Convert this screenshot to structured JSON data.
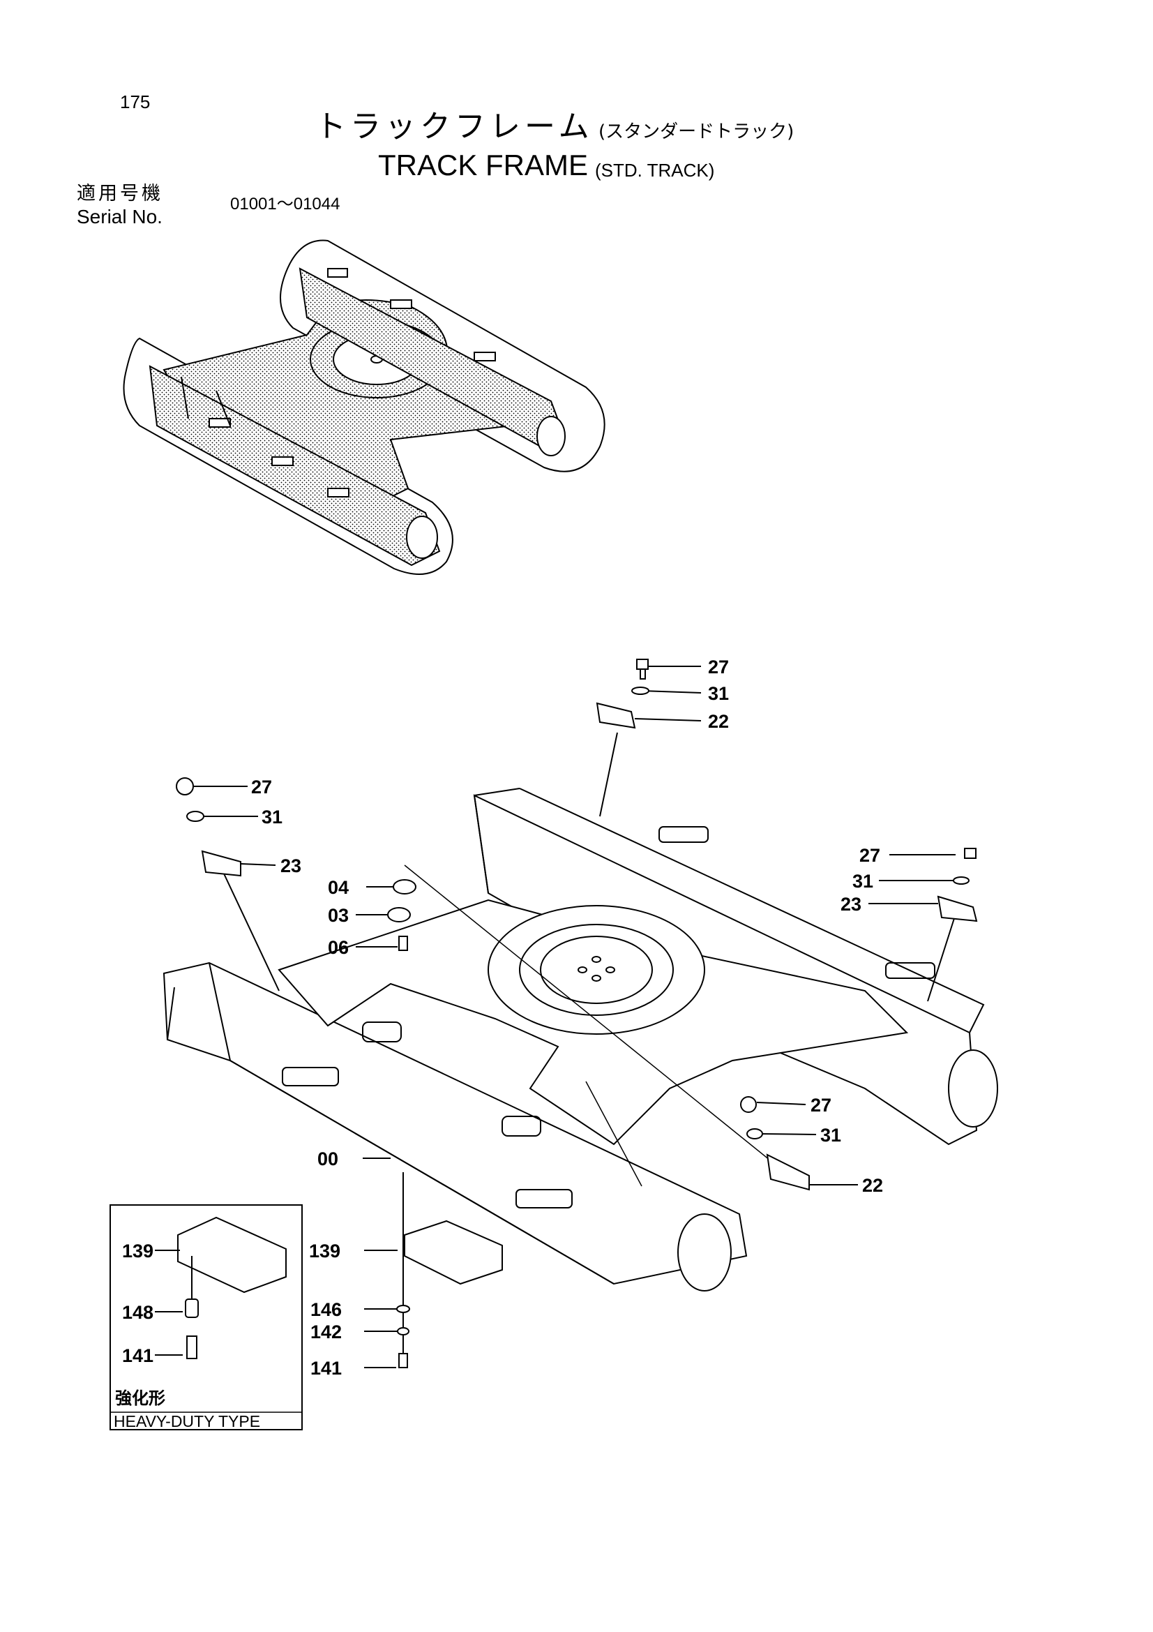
{
  "header": {
    "page_number": "175",
    "title_ja": "トラックフレーム",
    "title_ja_sub": "(スタンダードトラック)",
    "title_en": "TRACK FRAME",
    "title_en_sub": "(STD. TRACK)"
  },
  "serial": {
    "label_ja": "適用号機",
    "label_en": "Serial No.",
    "range": "01001～01044"
  },
  "callouts": {
    "top_bolt": "27",
    "top_washer": "31",
    "top_guard": "22",
    "left_bolt": "27",
    "left_washer": "31",
    "left_guard": "23",
    "right_bolt": "27",
    "right_washer": "31",
    "right_guard": "23",
    "plate_04": "04",
    "plate_03": "03",
    "bolt_06": "06",
    "lower_bolt": "27",
    "lower_washer": "31",
    "lower_guard": "22",
    "frame_00": "00",
    "guard_139": "139",
    "washer_146": "146",
    "washer_142": "142",
    "bolt_141": "141"
  },
  "heavy_duty_box": {
    "guard_139": "139",
    "spacer_148": "148",
    "bolt_141": "141",
    "label_ja": "強化形",
    "label_en": "HEAVY-DUTY TYPE"
  }
}
